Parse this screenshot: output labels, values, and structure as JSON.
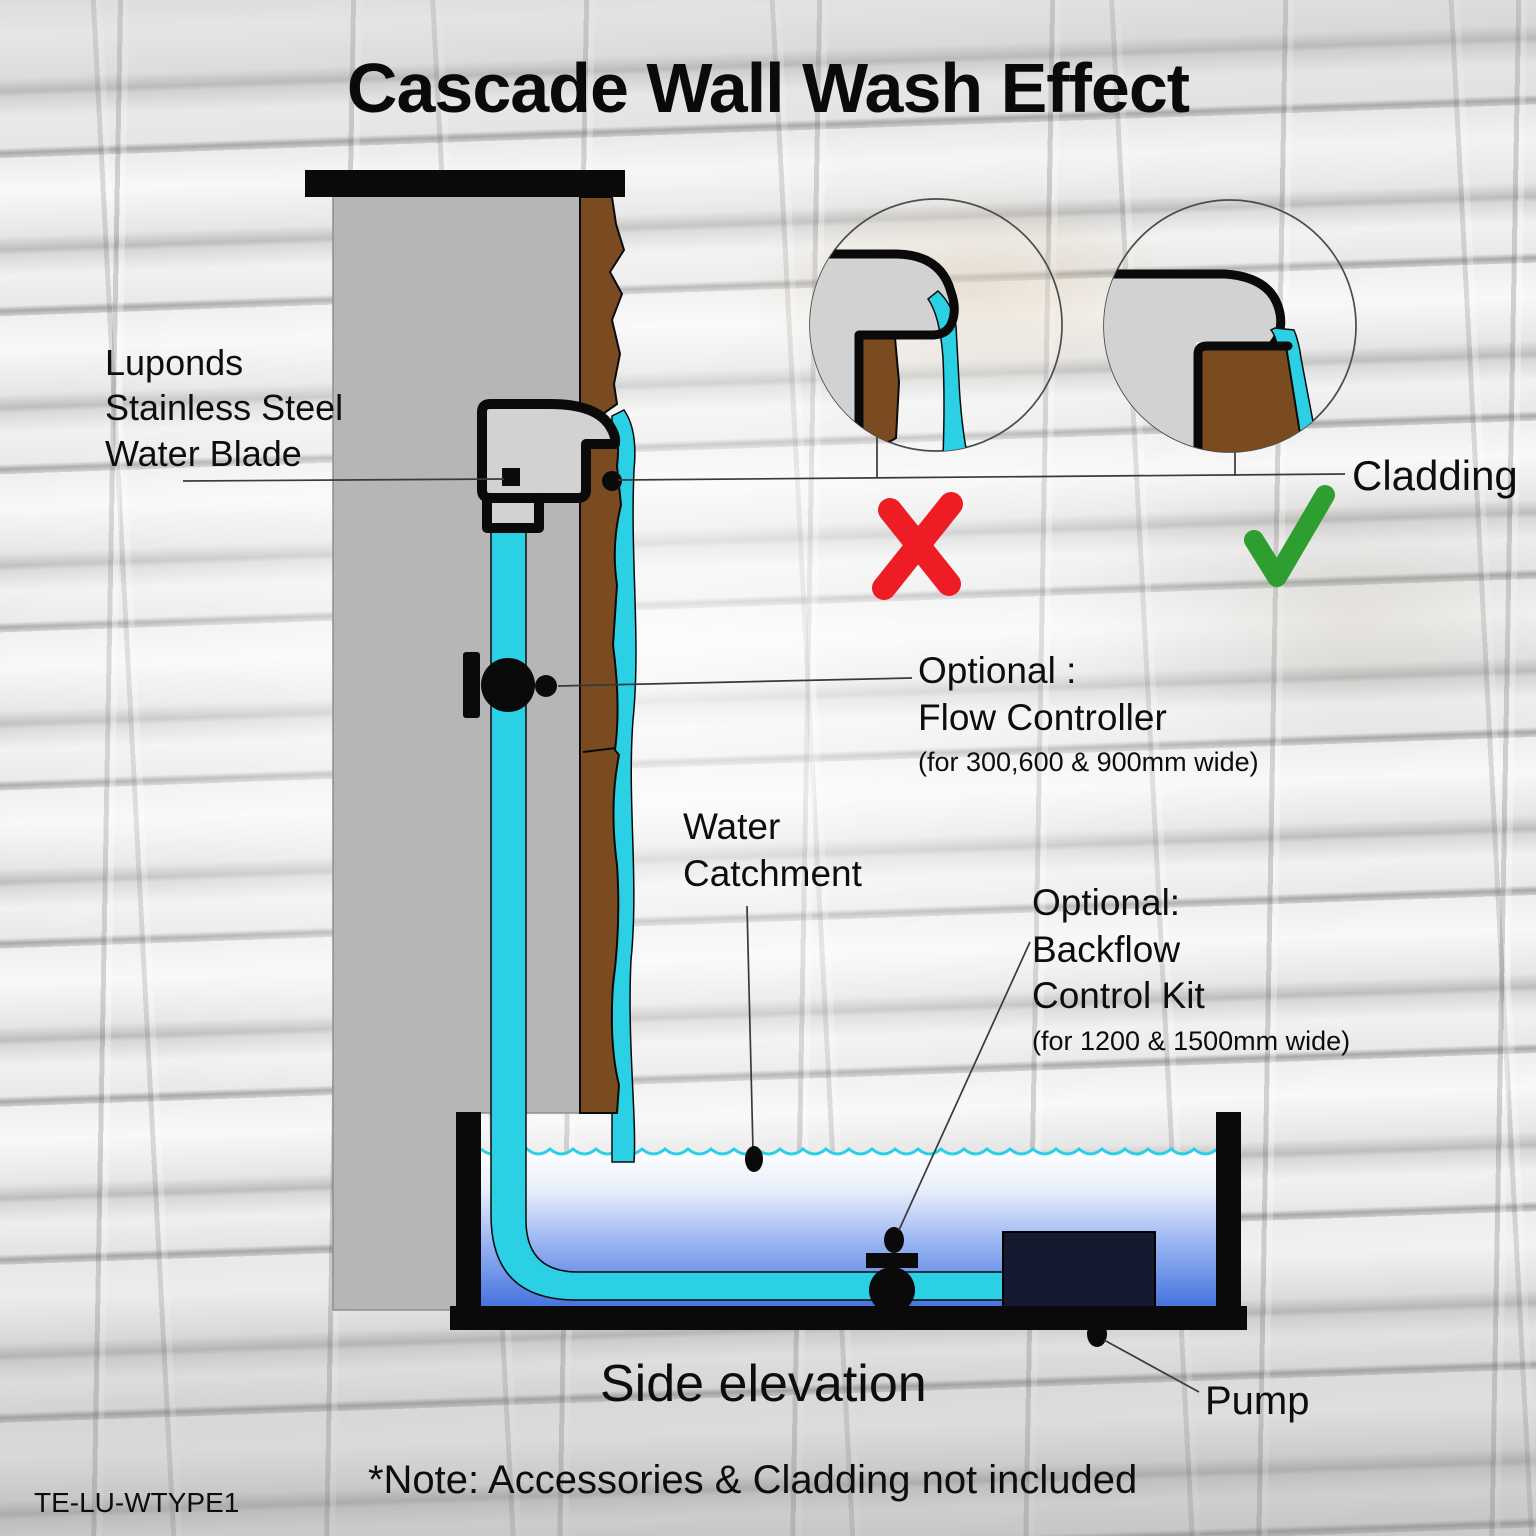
{
  "title": "Cascade Wall Wash Effect",
  "water_blade_label": {
    "lines": [
      "Luponds",
      "Stainless Steel",
      "Water Blade"
    ]
  },
  "cladding_label": "Cladding",
  "flow_controller_label": {
    "lines": [
      "Optional :",
      "Flow Controller"
    ],
    "size_note": "(for 300,600 & 900mm wide)"
  },
  "water_catchment_label": {
    "lines": [
      "Water",
      "Catchment"
    ]
  },
  "backflow_label": {
    "lines": [
      "Optional:",
      "Backflow",
      "Control Kit"
    ],
    "size_note": "(for 1200 & 1500mm wide)"
  },
  "side_elevation_label": "Side elevation",
  "pump_label": "Pump",
  "footer_note": "*Note: Accessories & Cladding not included",
  "drawing_code": "TE-LU-WTYPE1",
  "icons": {
    "wrong_installation": "x-mark-icon",
    "correct_installation": "check-mark-icon"
  },
  "colors": {
    "water": "#2bd0e4",
    "cladding_brown": "#7a4a20",
    "wall_gray": "#b6b6b6",
    "blade_gray": "#d2d2d2",
    "outline_black": "#0a0a0a",
    "pump_navy": "#151a30",
    "pool_blue": "#3f6edc",
    "wrong_red": "#ee1c24",
    "correct_green": "#2f9e30"
  }
}
